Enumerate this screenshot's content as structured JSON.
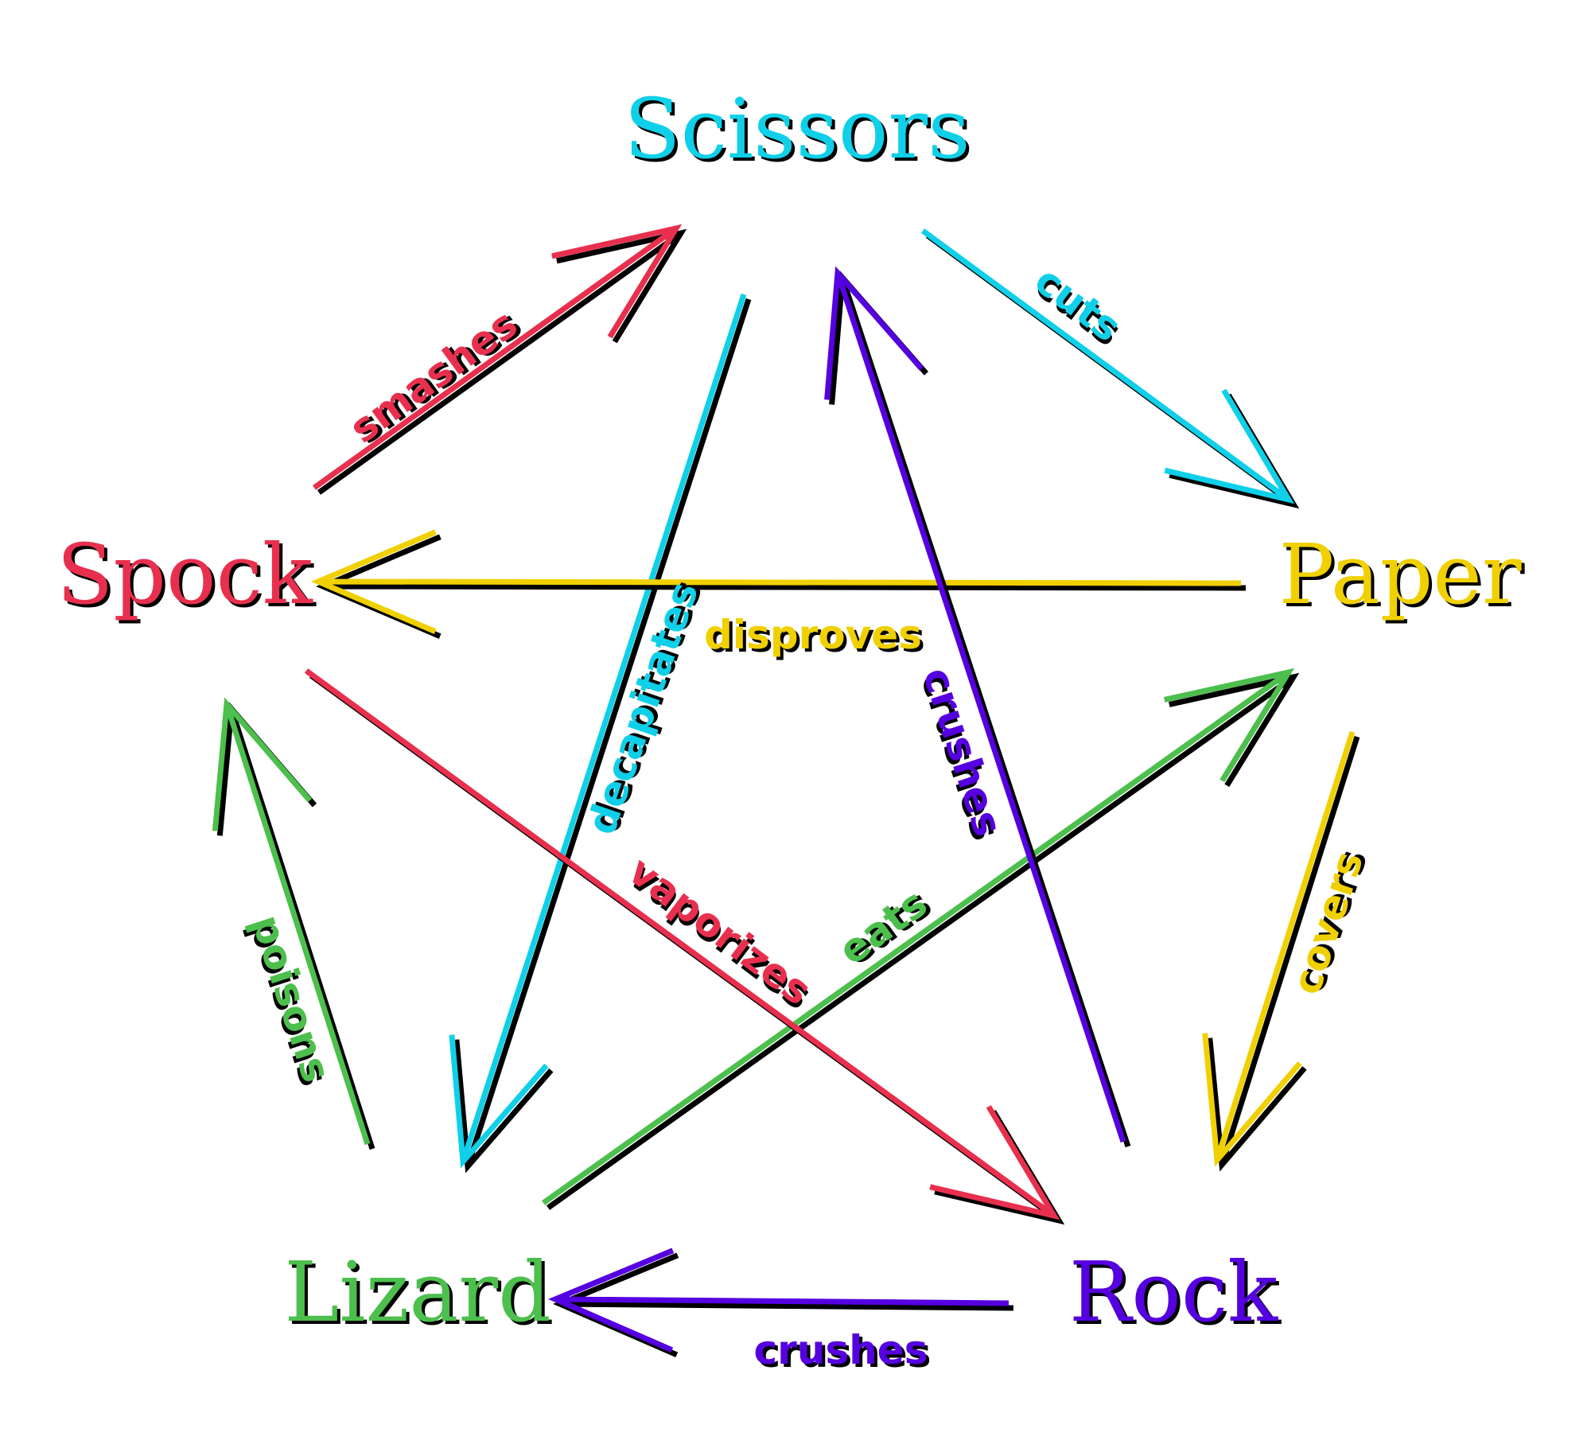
{
  "colors": {
    "scissors": "#0fd0e8",
    "paper": "#f0d000",
    "rock": "#5500e0",
    "lizard": "#4cbf4c",
    "spock": "#e8304e",
    "shadow": "#000000"
  },
  "nodes": [
    {
      "id": "scissors",
      "label": "Scissors",
      "color": "scissors"
    },
    {
      "id": "paper",
      "label": "Paper",
      "color": "paper"
    },
    {
      "id": "rock",
      "label": "Rock",
      "color": "rock"
    },
    {
      "id": "lizard",
      "label": "Lizard",
      "color": "lizard"
    },
    {
      "id": "spock",
      "label": "Spock",
      "color": "spock"
    }
  ],
  "edges": [
    {
      "from": "scissors",
      "to": "paper",
      "verb": "cuts",
      "color": "scissors"
    },
    {
      "from": "paper",
      "to": "rock",
      "verb": "covers",
      "color": "paper"
    },
    {
      "from": "rock",
      "to": "lizard",
      "verb": "crushes",
      "color": "rock"
    },
    {
      "from": "lizard",
      "to": "spock",
      "verb": "poisons",
      "color": "lizard"
    },
    {
      "from": "spock",
      "to": "scissors",
      "verb": "smashes",
      "color": "spock"
    },
    {
      "from": "scissors",
      "to": "lizard",
      "verb": "decapitates",
      "color": "scissors"
    },
    {
      "from": "lizard",
      "to": "paper",
      "verb": "eats",
      "color": "lizard"
    },
    {
      "from": "paper",
      "to": "spock",
      "verb": "disproves",
      "color": "paper"
    },
    {
      "from": "spock",
      "to": "rock",
      "verb": "vaporizes",
      "color": "spock"
    },
    {
      "from": "rock",
      "to": "scissors",
      "verb": "crushes",
      "color": "rock"
    }
  ]
}
